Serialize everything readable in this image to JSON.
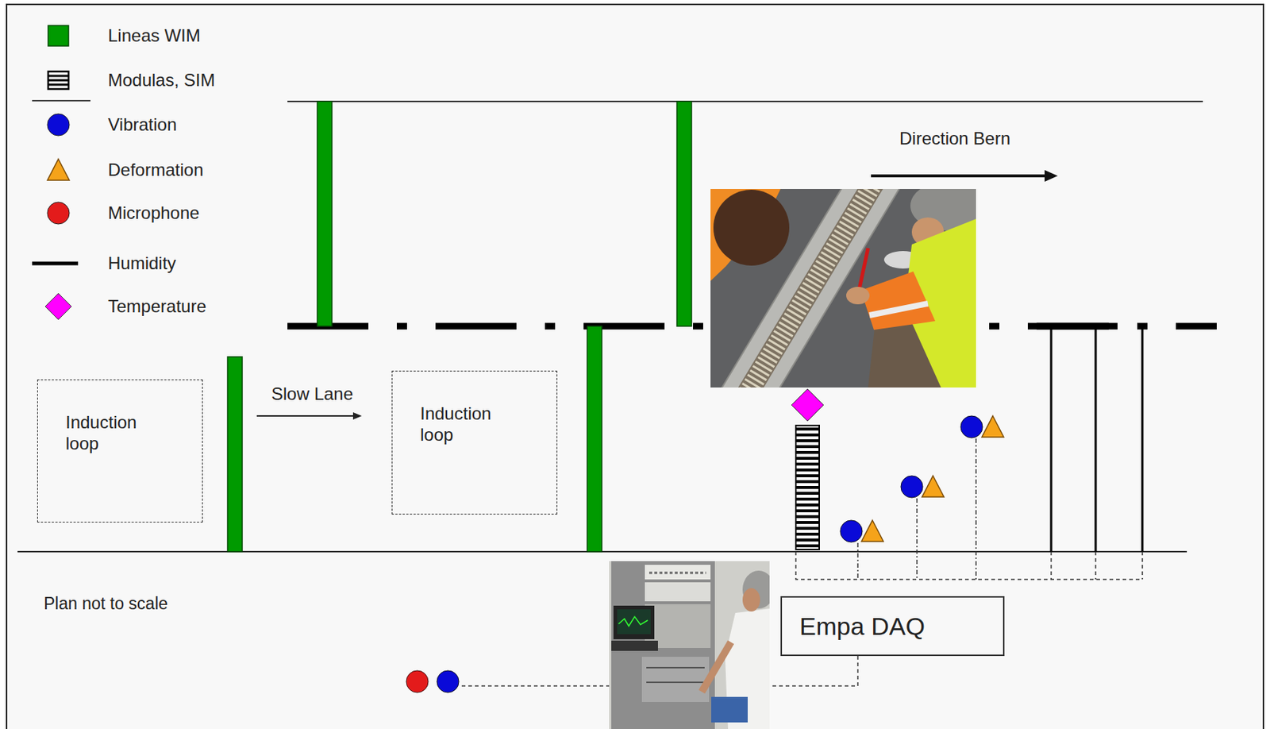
{
  "diagram": {
    "nodes": [
      {
        "text": [
          "Induction loop"
        ]
      },
      {
        "text": [
          "Induction loop"
        ]
      },
      {
        "text": [
          "Empa DAQ"
        ]
      }
    ],
    "labels": [
      "Direction Bern",
      "Slow Lane",
      "Plan not to scale"
    ],
    "legend": [
      {
        "text": "Lineas WIM",
        "color": "#009a00"
      },
      {
        "text": "Modulas, SIM"
      },
      {
        "text": "Vibration",
        "color": "#0a0ad8"
      },
      {
        "text": "Deformation",
        "color": "#f5a31a"
      },
      {
        "text": "Microphone",
        "color": "#e31b1b"
      },
      {
        "text": "Humidity"
      },
      {
        "text": "Temperature",
        "color": "#ff00ff"
      }
    ]
  }
}
